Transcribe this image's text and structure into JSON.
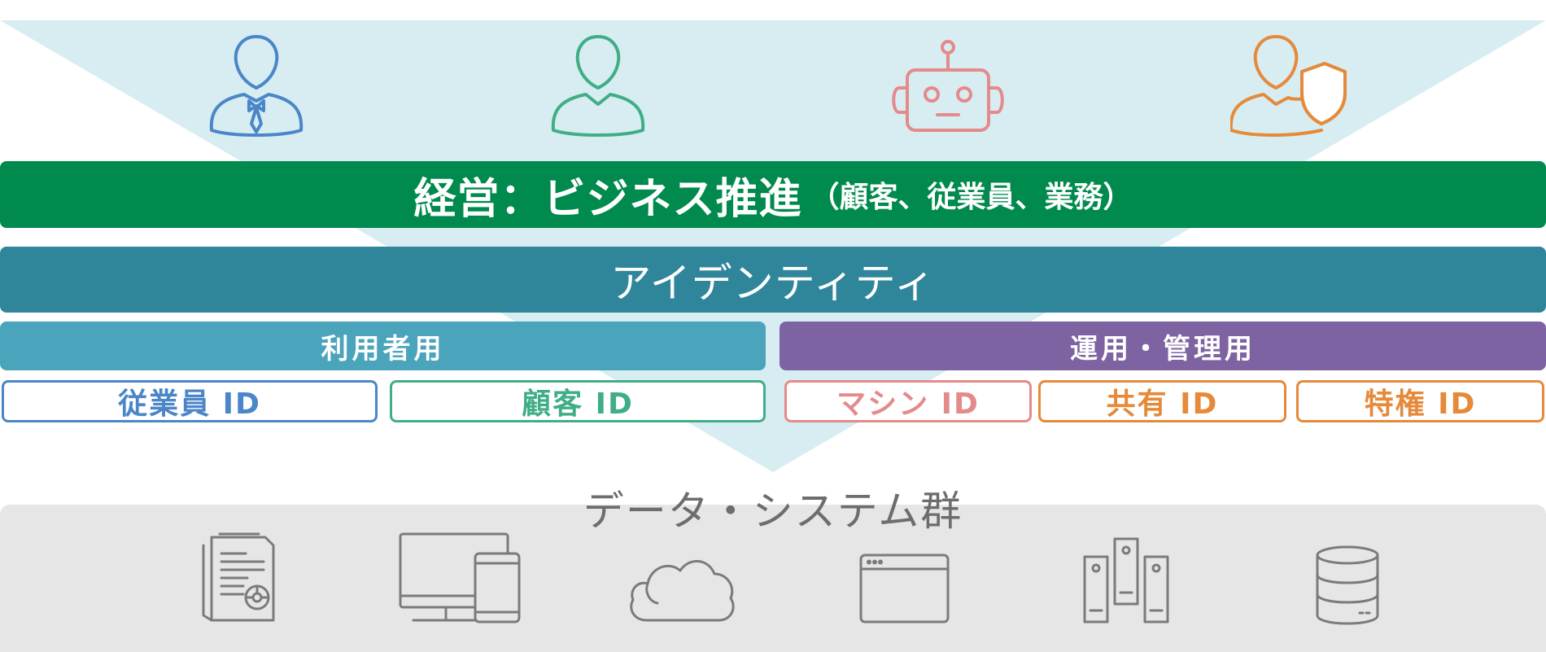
{
  "business_bar": {
    "title": "経営：ビジネス推進",
    "subtitle": "（顧客、従業員、業務）"
  },
  "identity_bar": {
    "title": "アイデンティティ"
  },
  "user_group": {
    "label": "利用者用",
    "ids": [
      {
        "label": "従業員 ID",
        "color": "#4a86c8"
      },
      {
        "label": "顧客 ID",
        "color": "#3fae86"
      }
    ]
  },
  "admin_group": {
    "label": "運用・管理用",
    "ids": [
      {
        "label": "マシン ID",
        "color": "#e58a8a"
      },
      {
        "label": "共有 ID",
        "color": "#e58a3a"
      },
      {
        "label": "特権 ID",
        "color": "#e58a3a"
      }
    ]
  },
  "data_systems": {
    "title": "データ・システム群",
    "icons": [
      "document-icon",
      "devices-icon",
      "cloud-icon",
      "browser-window-icon",
      "servers-icon",
      "database-icon"
    ]
  },
  "actors": {
    "icons": [
      "employee-icon",
      "customer-icon",
      "robot-icon",
      "admin-shield-icon"
    ],
    "colors": [
      "#4a86c8",
      "#3fae86",
      "#e58a8a",
      "#e58a3a"
    ]
  },
  "colors": {
    "business": "#008a4d",
    "identity": "#2f8599",
    "user": "#4aa4bb",
    "admin": "#7d63a1",
    "funnel": "#d7edf2",
    "data_panel": "#e6e6e6"
  }
}
